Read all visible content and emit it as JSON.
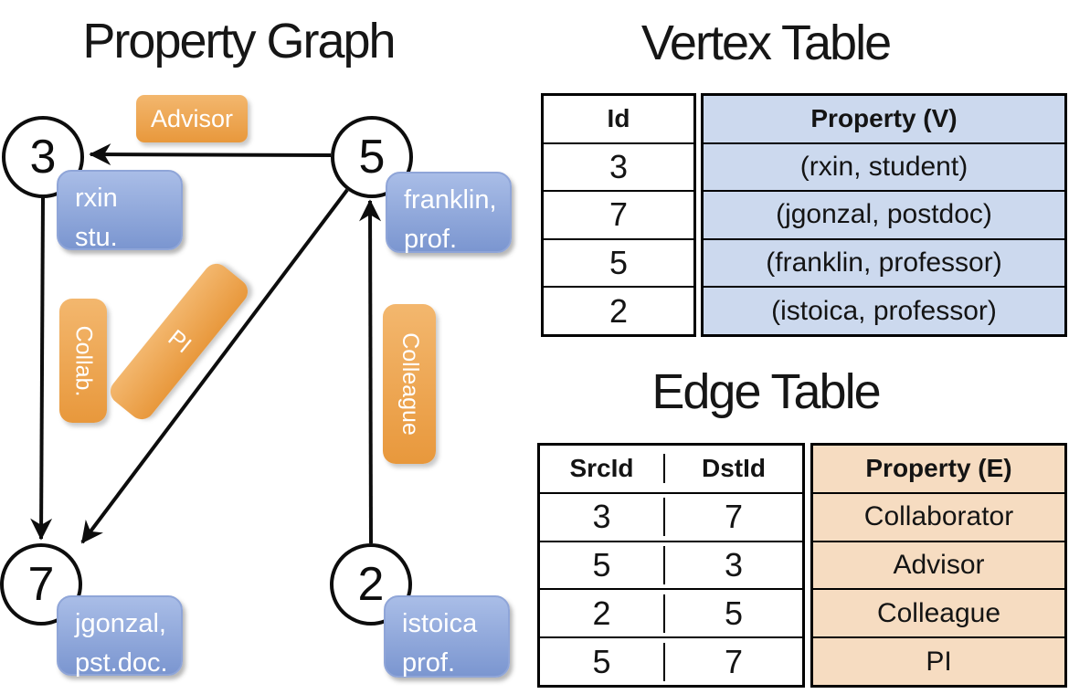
{
  "graph": {
    "title": "Property Graph",
    "nodes": [
      {
        "id": "3",
        "label_line1": "rxin",
        "label_line2": "stu."
      },
      {
        "id": "5",
        "label_line1": "franklin,",
        "label_line2": "prof."
      },
      {
        "id": "7",
        "label_line1": "jgonzal,",
        "label_line2": "pst.doc."
      },
      {
        "id": "2",
        "label_line1": "istoica",
        "label_line2": "prof."
      }
    ],
    "edge_labels": {
      "advisor": "Advisor",
      "collab": "Collab.",
      "pi": "PI",
      "colleague": "Colleague"
    }
  },
  "vertex_table": {
    "title": "Vertex Table",
    "columns": {
      "id": "Id",
      "property": "Property (V)"
    },
    "rows": [
      {
        "id": "3",
        "property": "(rxin, student)"
      },
      {
        "id": "7",
        "property": "(jgonzal, postdoc)"
      },
      {
        "id": "5",
        "property": "(franklin, professor)"
      },
      {
        "id": "2",
        "property": "(istoica, professor)"
      }
    ]
  },
  "edge_table": {
    "title": "Edge Table",
    "columns": {
      "src": "SrcId",
      "dst": "DstId",
      "property": "Property (E)"
    },
    "rows": [
      {
        "src": "3",
        "dst": "7",
        "property": "Collaborator"
      },
      {
        "src": "5",
        "dst": "3",
        "property": "Advisor"
      },
      {
        "src": "2",
        "dst": "5",
        "property": "Colleague"
      },
      {
        "src": "5",
        "dst": "7",
        "property": "PI"
      }
    ]
  },
  "colors": {
    "edge_label_orange": "#eda24f",
    "vertex_label_blue": "#8ba3d9",
    "vertex_cell_fill": "#ccd9ee",
    "edge_cell_fill": "#f6dcc1",
    "line_black": "#0d0d0d"
  }
}
